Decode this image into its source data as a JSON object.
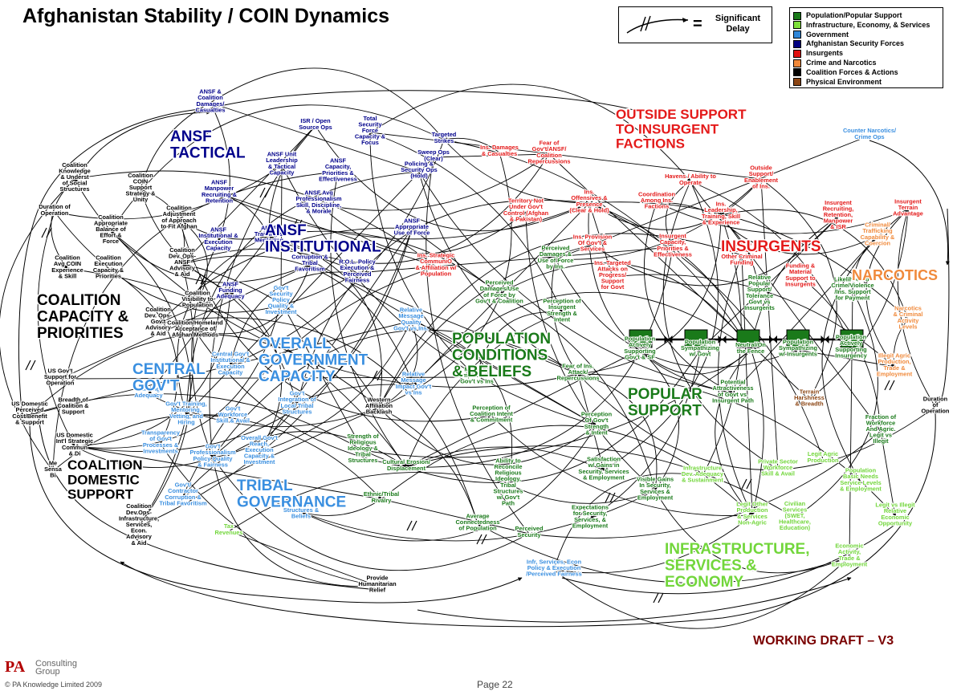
{
  "title": "Afghanistan Stability / COIN Dynamics",
  "delay_key": {
    "equals": "=",
    "text": "Significant Delay"
  },
  "legend": [
    {
      "label": "Population/Popular Support",
      "color": "#1a7a1a"
    },
    {
      "label": "Infrastructure, Economy, & Services",
      "color": "#7ddf3a"
    },
    {
      "label": "Government",
      "color": "#2f86d8"
    },
    {
      "label": "Afghanistan Security Forces",
      "color": "#000080"
    },
    {
      "label": "Insurgents",
      "color": "#e01010"
    },
    {
      "label": "Crime and Narcotics",
      "color": "#f0883a"
    },
    {
      "label": "Coalition Forces & Actions",
      "color": "#000000"
    },
    {
      "label": "Physical Environment",
      "color": "#8b4513"
    }
  ],
  "colors": {
    "population": "#1a7a1a",
    "infrastructure": "#72d63b",
    "government": "#3a8fe0",
    "ansf": "#00008b",
    "insurgents": "#e41a1a",
    "narcotics": "#f08a3c",
    "coalition": "#000000",
    "physical": "#8b4513"
  },
  "sectors": [
    {
      "text": "ANSF\nTACTICAL",
      "cat": "ansf"
    },
    {
      "text": "ANSF\nINSTITUTIONAL",
      "cat": "ansf"
    },
    {
      "text": "OUTSIDE SUPPORT\nTO INSURGENT\nFACTIONS",
      "cat": "insurgents"
    },
    {
      "text": "INSURGENTS",
      "cat": "insurgents"
    },
    {
      "text": "NARCOTICS",
      "cat": "narcotics"
    },
    {
      "text": "COALITION\nCAPACITY &\nPRIORITIES",
      "cat": "coalition"
    },
    {
      "text": "OVERALL\nGOVERNMENT\nCAPACITY",
      "cat": "government"
    },
    {
      "text": "CENTRAL\nGOV'T",
      "cat": "government"
    },
    {
      "text": "POPULATION\nCONDITIONS\n& BELIEFS",
      "cat": "population"
    },
    {
      "text": "POPULAR\nSUPPORT",
      "cat": "population"
    },
    {
      "text": "COALITION\nDOMESTIC\nSUPPORT",
      "cat": "coalition"
    },
    {
      "text": "TRIBAL\nGOVERNANCE",
      "cat": "government"
    },
    {
      "text": "INFRASTRUCTURE,\nSERVICES &\nECONOMY",
      "cat": "infrastructure"
    }
  ],
  "nodes": [
    {
      "text": "ANSF &\nCoalition\nDamages/\nCasualties",
      "cat": "ansf"
    },
    {
      "text": "ISR / Open\nSource Ops",
      "cat": "ansf"
    },
    {
      "text": "Total\nSecurity\nForce\nCapacity &\nFocus",
      "cat": "ansf"
    },
    {
      "text": "Targeted\nStrikes",
      "cat": "ansf"
    },
    {
      "text": "Sweep Ops\n(Clear)",
      "cat": "ansf"
    },
    {
      "text": "Policing &\nSecurity Ops\n(Hold)",
      "cat": "ansf"
    },
    {
      "text": "ANSF Unit\nLeadership\n& Tactical\nCapacity",
      "cat": "ansf"
    },
    {
      "text": "ANSF\nCapacity,\nPriorities &\nEffectiveness",
      "cat": "ansf"
    },
    {
      "text": "ANSF\nManpower\nRecruiting &\nRetention",
      "cat": "ansf"
    },
    {
      "text": "ANSF Avg\nProfessionalism\nSkill, Discipline,\n& Morale",
      "cat": "ansf"
    },
    {
      "text": "ANSF\nTraining &\nMentoring",
      "cat": "ansf"
    },
    {
      "text": "ANSF\nInstitutional &\nExecution\nCapacity",
      "cat": "ansf"
    },
    {
      "text": "Corruption &\nTribal\nFavoritism",
      "cat": "ansf"
    },
    {
      "text": "R.O.L. Policy\nExecution &\nPerceived\nFairness",
      "cat": "ansf"
    },
    {
      "text": "ANSF\nFunding\nAdequacy",
      "cat": "ansf"
    },
    {
      "text": "Ins. Damages\n& Casualties",
      "cat": "insurgents"
    },
    {
      "text": "Fear of\nGov't/ANSF/\nCoalition\nRepercussions",
      "cat": "insurgents"
    },
    {
      "text": "Havens / Ability to\nOperate",
      "cat": "insurgents"
    },
    {
      "text": "Outside\nSupport/\nEnablement\nof Ins.",
      "cat": "insurgents"
    },
    {
      "text": "Coordination\nAmong Ins.\nFactions",
      "cat": "insurgents"
    },
    {
      "text": "Ins.\nLeadership,\nTraining, Skill\n& Experience",
      "cat": "insurgents"
    },
    {
      "text": "Insurgent\nRecruiting,\nRetention,\nManpower\n& ISR",
      "cat": "insurgents"
    },
    {
      "text": "Insurgent\nCapacity,\nPriorities &\nEffectiveness",
      "cat": "insurgents"
    },
    {
      "text": "Territory Not\nUnder Gov't\nControl (Afghan\n& Pakistan)",
      "cat": "insurgents"
    },
    {
      "text": "Ins.\nOffensives &\nPresence\n(Clear & Hold)",
      "cat": "insurgents"
    },
    {
      "text": "Ins. Provision\nOf Gov't &\nServices",
      "cat": "insurgents"
    },
    {
      "text": "Ins. Targeted\nAttacks on\nProgress/\nSupport\nfor Govt",
      "cat": "insurgents"
    },
    {
      "text": "Ins. Strategic\nCommuniO\n& Affiliation w/\nPopulation",
      "cat": "insurgents"
    },
    {
      "text": "Funding &\nMaterial\nSupport to\nInsurgents",
      "cat": "insurgents"
    },
    {
      "text": "Ties to\nNarcotics &\nOther Criminal\nFunding",
      "cat": "insurgents"
    },
    {
      "text": "Counter Narcotics/\nCrime Ops",
      "cat": "government"
    },
    {
      "text": "Insurgent\nTerrain\nAdvantage",
      "cat": "insurgents"
    },
    {
      "text": "Criminal/\nTrafficking\nCapability &\nCoercion",
      "cat": "narcotics"
    },
    {
      "text": "Narcotics\n& Criminal\nActivity\nLevels",
      "cat": "narcotics"
    },
    {
      "text": "Illegit Agric\nProduction,\nTrade &\nEmployment",
      "cat": "narcotics"
    },
    {
      "text": "Perceived\nDamages &\nUse of Force\nby Ins.",
      "cat": "population"
    },
    {
      "text": "Perceived\nDamages/Use\nof Force by\nGov't & Coalition",
      "cat": "population"
    },
    {
      "text": "Perception of\nInsurgent\nStrength &\nIntent",
      "cat": "population"
    },
    {
      "text": "Fear of Ins.\nAttack/\nRepercussions",
      "cat": "population"
    },
    {
      "text": "Perception of\nCoalition Intent\n& Commitment",
      "cat": "population"
    },
    {
      "text": "Perception\nOf Gov't\nStrength\n& Intent",
      "cat": "population"
    },
    {
      "text": "Relative\nPopular\nSupport/\nTolerance\nGovt vs\nInsurgents",
      "cat": "population"
    },
    {
      "text": "Likelihood of\nCrime/Violence\n/Ins. Support\nfor Payment",
      "cat": "population"
    },
    {
      "text": "Population\nActively\nSupporting\nGov't & SF",
      "cat": "population"
    },
    {
      "text": "Population\nSympathizing\nw/ Govt",
      "cat": "population"
    },
    {
      "text": "Neutral/On\nthe Fence",
      "cat": "population"
    },
    {
      "text": "Population\nSympathizing\nw/ Insurgents",
      "cat": "population"
    },
    {
      "text": "Population\nActively\nSupporting\nInsurgency",
      "cat": "population"
    },
    {
      "text": "Potential\nAttractiveness\nof Govt vs.\nInsurgent Path",
      "cat": "population"
    },
    {
      "text": "Terrain\nHarshness\n& Breadth",
      "cat": "physical"
    },
    {
      "text": "Duration\nof\nOperation",
      "cat": "coalition"
    },
    {
      "text": "Strength of\nReligious\nIdeology &\nTribal\nStructures",
      "cat": "population"
    },
    {
      "text": "Cultural Erosion/\nDisplacement",
      "cat": "population"
    },
    {
      "text": "Ability to\nReconcile\nReligious\nIdeology,\nTribal\nStructures\nw/ Gov't\nPath",
      "cat": "population"
    },
    {
      "text": "Ethnic/Tribal\nRivalry",
      "cat": "population"
    },
    {
      "text": "Average\nConnectedness\nof Population",
      "cat": "population"
    },
    {
      "text": "Perceived\nSecurity",
      "cat": "population"
    },
    {
      "text": "Satisfaction\nw/ Gains in\nSecurity, Services\n& Employment",
      "cat": "population"
    },
    {
      "text": "Expectations\nfor Security,\nServices, &\nEmployment",
      "cat": "population"
    },
    {
      "text": "Visible Gains\nIn Security,\nServices &\nEmployment",
      "cat": "population"
    },
    {
      "text": "Fraction of\nWorkforce\nAnd Agric.\nLegit vs\nIllegit",
      "cat": "population"
    },
    {
      "text": "Infrastructure\nDev. Adequacy\n& Sustainment",
      "cat": "infrastructure"
    },
    {
      "text": "Private Sector\nWorkforce\nSkill & Avail",
      "cat": "infrastructure"
    },
    {
      "text": "Legit Agric\nProduction",
      "cat": "infrastructure"
    },
    {
      "text": "Population\nBasic Needs\nService Levels\n& Employment",
      "cat": "infrastructure"
    },
    {
      "text": "Legit vs Illegit\nRelative\nEconomic\nOpportunity",
      "cat": "infrastructure"
    },
    {
      "text": "Legit Other\nProduction\n& Services\nNon-Agric",
      "cat": "infrastructure"
    },
    {
      "text": "Civilian\nServices\n(SWET,\nHealthcare,\nEducation)",
      "cat": "infrastructure"
    },
    {
      "text": "Economic\nActivity,\nTrade &\nEmployment",
      "cat": "infrastructure"
    },
    {
      "text": "Infr, Services, Econ\nPolicy & Execution\n/Perceived Fairness",
      "cat": "government"
    },
    {
      "text": "Relative\nMessage\nQuality\nGov't vs Ins.",
      "cat": "government"
    },
    {
      "text": "Relative\nMessage\nImpact Gov't\nvs Ins",
      "cat": "government"
    },
    {
      "text": "Message\nAmplification\nGov't vs Ins",
      "cat": "population"
    },
    {
      "text": "Western\nAffiliation\nBacklash",
      "cat": "coalition"
    },
    {
      "text": "Gov't\nSecurity\nPolicy\nQuality &\nInvestment",
      "cat": "government"
    },
    {
      "text": "Central Gov't\nInstitutional &\nExecution\nCapacity",
      "cat": "government"
    },
    {
      "text": "Gov't Training,\nMentoring,\nVetting, and\nHiring",
      "cat": "government"
    },
    {
      "text": "Gov't\nWorkforce\nSkill & Avail",
      "cat": "government"
    },
    {
      "text": "Gov't\nIntegration of\nLocal Tribal\nStructures",
      "cat": "government"
    },
    {
      "text": "Transparency\nof Gov't\nProcesses &\nInvestments",
      "cat": "government"
    },
    {
      "text": "Gov't\nProfessionalism\nPolicy Quality\n& Fairness",
      "cat": "government"
    },
    {
      "text": "Overall Gov't\nReach,\nExecution\nCapacity &\nInvestment",
      "cat": "government"
    },
    {
      "text": "Gov't/\nContractor\nCorruption &\nTribal Favoritism",
      "cat": "government"
    },
    {
      "text": "Tribal\nStructures &\nBeliefs",
      "cat": "government"
    },
    {
      "text": "Tax\nRevenues",
      "cat": "infrastructure"
    },
    {
      "text": "Funding\nAdequacy",
      "cat": "government"
    },
    {
      "text": "Provide\nHumanitarian\nRelief",
      "cat": "coalition"
    },
    {
      "text": "Coalition\nKnowledge\n& Underst\nof Social\nStructures",
      "cat": "coalition"
    },
    {
      "text": "Coalition\nCOIN\nSupport\nStrategy &\nUnity",
      "cat": "coalition"
    },
    {
      "text": "Duration of\nOperation",
      "cat": "coalition"
    },
    {
      "text": "Coalition\nAppropriate\nBalance of\nEffort &\nForce",
      "cat": "coalition"
    },
    {
      "text": "Coalition\nAdjustment\nof Approach\nto Fit Afghan",
      "cat": "coalition"
    },
    {
      "text": "Coalition\nAvg COIN\nExperience\n& Skill",
      "cat": "coalition"
    },
    {
      "text": "Coalition\nExecution\nCapacity &\nPriorities",
      "cat": "coalition"
    },
    {
      "text": "Coalition\nDev. Ops-\nANSF\nAdvisory\n& Aid",
      "cat": "coalition"
    },
    {
      "text": "Coalition\nVisibility to\nPopulation",
      "cat": "coalition"
    },
    {
      "text": "Coalition\nDev. Ops-\nGov't\nAdvisory\n& Aid",
      "cat": "coalition"
    },
    {
      "text": "Coalition/Homeland\nAcceptance of\nAfghan Methods",
      "cat": "coalition"
    },
    {
      "text": "US Gov't\nSupport for\nOperation",
      "cat": "coalition"
    },
    {
      "text": "Breadth of\nCoalition &\nSupport",
      "cat": "coalition"
    },
    {
      "text": "US Domestic\nPerceived\nCost/Benefit\n& Support",
      "cat": "coalition"
    },
    {
      "text": "US Domestic\nInt'l Strategic\nCommun\n& Di",
      "cat": "coalition"
    },
    {
      "text": "Me\nSensa\nBi",
      "cat": "coalition"
    },
    {
      "text": "Coalition\nDev.Ops-\nInfrastructure,\nServices,\nEcon.\nAdvisory\n& Aid",
      "cat": "coalition"
    },
    {
      "text": "ANSF\nAppropriate\nUse of Force",
      "cat": "ansf"
    }
  ],
  "footer": {
    "draft": "WORKING DRAFT – V3",
    "logo_pa": "PA",
    "logo_text": "Consulting\nGroup",
    "copyright": "© PA Knowledge Limited 2009",
    "page": "Page 22"
  }
}
